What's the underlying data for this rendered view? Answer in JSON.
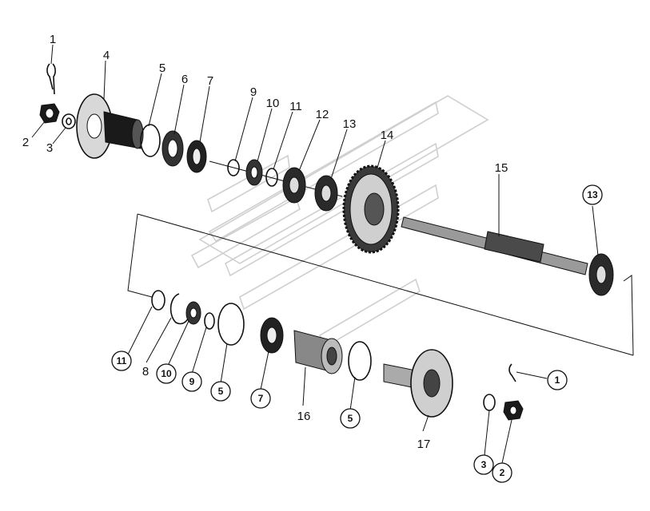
{
  "diagram": {
    "callouts_upper": [
      {
        "id": "1",
        "text": "1"
      },
      {
        "id": "2",
        "text": "2"
      },
      {
        "id": "3",
        "text": "3"
      },
      {
        "id": "4",
        "text": "4"
      },
      {
        "id": "5",
        "text": "5"
      },
      {
        "id": "6",
        "text": "6"
      },
      {
        "id": "7",
        "text": "7"
      },
      {
        "id": "9",
        "text": "9"
      },
      {
        "id": "10",
        "text": "10"
      },
      {
        "id": "11",
        "text": "11"
      },
      {
        "id": "12",
        "text": "12"
      },
      {
        "id": "13",
        "text": "13"
      },
      {
        "id": "14",
        "text": "14"
      },
      {
        "id": "15",
        "text": "15"
      }
    ],
    "callouts_lower": [
      {
        "id": "13b",
        "text": "13",
        "circled": true
      },
      {
        "id": "11b",
        "text": "11",
        "circled": true
      },
      {
        "id": "8b",
        "text": "8",
        "circled": false
      },
      {
        "id": "10b",
        "text": "10",
        "circled": true
      },
      {
        "id": "9b",
        "text": "9",
        "circled": true
      },
      {
        "id": "5b",
        "text": "5",
        "circled": true
      },
      {
        "id": "7b",
        "text": "7",
        "circled": true
      },
      {
        "id": "16b",
        "text": "16",
        "circled": false
      },
      {
        "id": "5c",
        "text": "5",
        "circled": true
      },
      {
        "id": "17b",
        "text": "17",
        "circled": false
      },
      {
        "id": "1b",
        "text": "1",
        "circled": true
      },
      {
        "id": "3b",
        "text": "3",
        "circled": true
      },
      {
        "id": "2b",
        "text": "2",
        "circled": true
      }
    ]
  }
}
